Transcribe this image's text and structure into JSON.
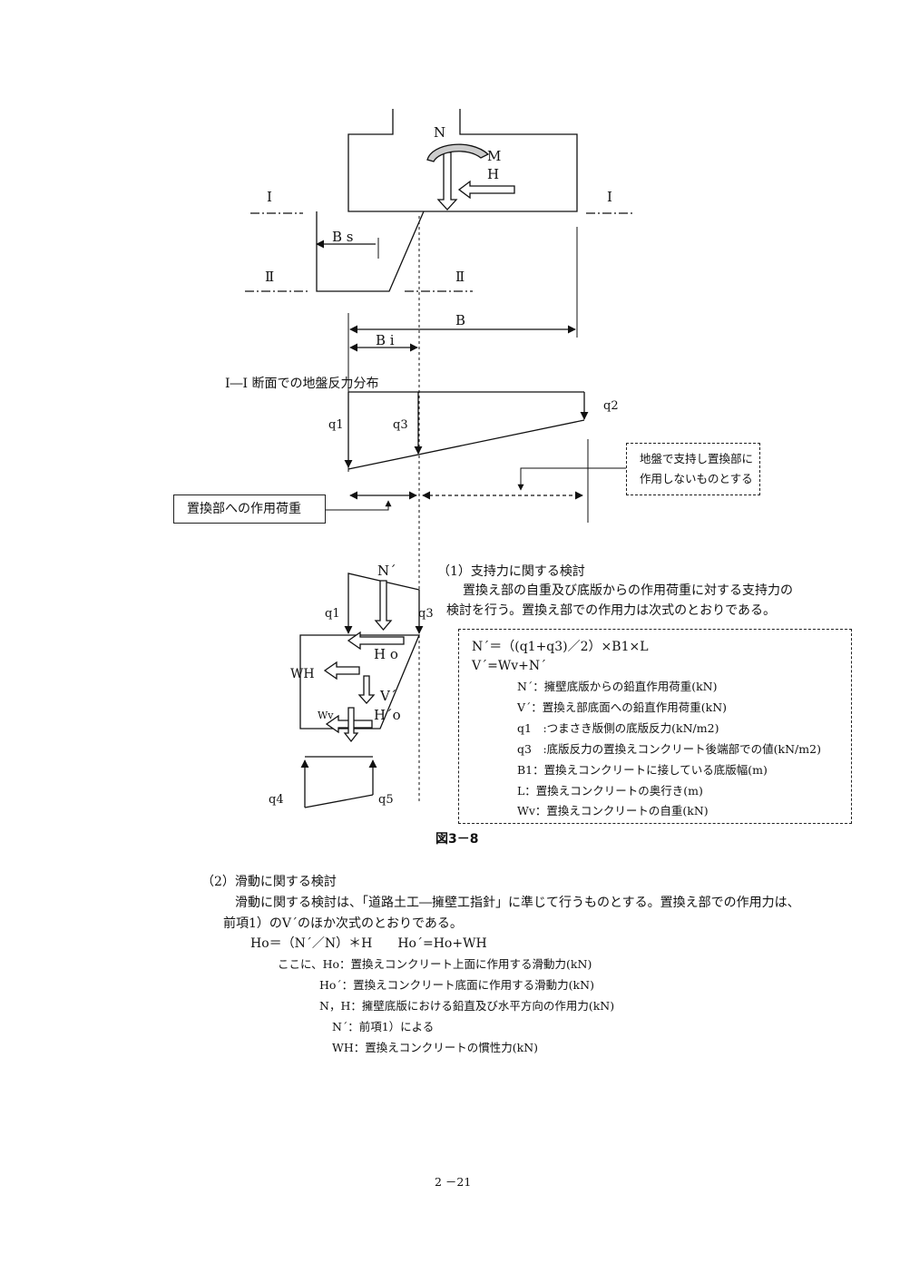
{
  "diagram": {
    "labels": {
      "N": "N",
      "M": "M",
      "H": "H",
      "sec1_left": "I",
      "sec1_right": "I",
      "Bs": "B s",
      "sec2_left": "Ⅱ",
      "sec2_right": "Ⅱ",
      "B": "B",
      "Bi": "B i",
      "dist_title": "I―I 断面での地盤反力分布",
      "q1": "q1",
      "q2": "q2",
      "q3": "q3",
      "note_line1": "地盤で支持し置換部に",
      "note_line2": "作用しないものとする",
      "load_box": "置換部への作用荷重",
      "Nprime": "N´",
      "q1b": "q1",
      "q3b": "q3",
      "Ho": "H o",
      "WH": "WH",
      "Vprime": "V´",
      "Wv": "Wv",
      "Hoprime": "H´o",
      "q4": "q4",
      "q5": "q5"
    },
    "caption": "図3－8"
  },
  "section1": {
    "heading": "（1）支持力に関する検討",
    "line1": "置換え部の自重及び底版からの作用荷重に対する支持力の",
    "line2": "検討を行う。置換え部での作用力は次式のとおりである。",
    "formula1": "N´＝（(q1+q3)／2）×B1×L",
    "formula2": "V´=Wv+N´",
    "defs": [
      "N´：擁壁底版からの鉛直作用荷重(kN)",
      "V´：置換え部底面への鉛直作用荷重(kN)",
      "q1　:つまさき版側の底版反力(kN/m2)",
      "q3　:底版反力の置換えコンクリート後端部での値(kN/m2)",
      "B1：置換えコンクリートに接している底版幅(m)",
      "L：置換えコンクリートの奥行き(m)",
      "Wv：置換えコンクリートの自重(kN)"
    ]
  },
  "section2": {
    "heading": "（2）滑動に関する検討",
    "line1": "滑動に関する検討は、「道路土工―擁壁工指針」に準じて行うものとする。置換え部での作用力は、",
    "line2": "前項1）のV´のほか次式のとおりである。",
    "formula": "Ho＝（N´／N）＊H　　Ho´=Ho+WH",
    "defs": [
      "ここに、Ho：置換えコンクリート上面に作用する滑動力(kN)",
      "Ho´：置換えコンクリート底面に作用する滑動力(kN)",
      "N，H：擁壁底版における鉛直及び水平方向の作用力(kN)",
      "N´：前項1）による",
      "WH：置換えコンクリートの慣性力(kN)"
    ]
  },
  "footer": {
    "page_number": "2 －21"
  }
}
